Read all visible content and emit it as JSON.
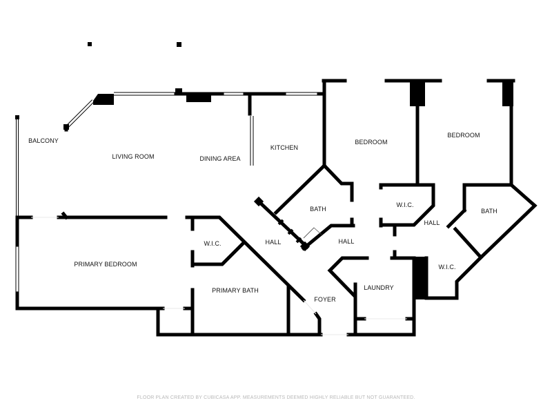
{
  "rooms": {
    "balcony": "BALCONY",
    "living_room": "LIVING ROOM",
    "dining_area": "DINING AREA",
    "kitchen": "KITCHEN",
    "bedroom_1": "BEDROOM",
    "bedroom_2": "BEDROOM",
    "bath_center": "BATH",
    "wic_center": "W.I.C.",
    "bath_east": "BATH",
    "hall_east": "HALL",
    "wic_east": "W.I.C.",
    "hall_center": "HALL",
    "hall_west": "HALL",
    "wic_primary": "W.I.C.",
    "primary_bedroom": "PRIMARY BEDROOM",
    "primary_bath": "PRIMARY BATH",
    "foyer": "FOYER",
    "laundry": "LAUNDRY"
  },
  "footer": {
    "disclaimer": "FLOOR PLAN CREATED BY CUBICASA APP. MEASUREMENTS DEEMED HIGHLY RELIABLE BUT NOT GUARANTEED."
  }
}
